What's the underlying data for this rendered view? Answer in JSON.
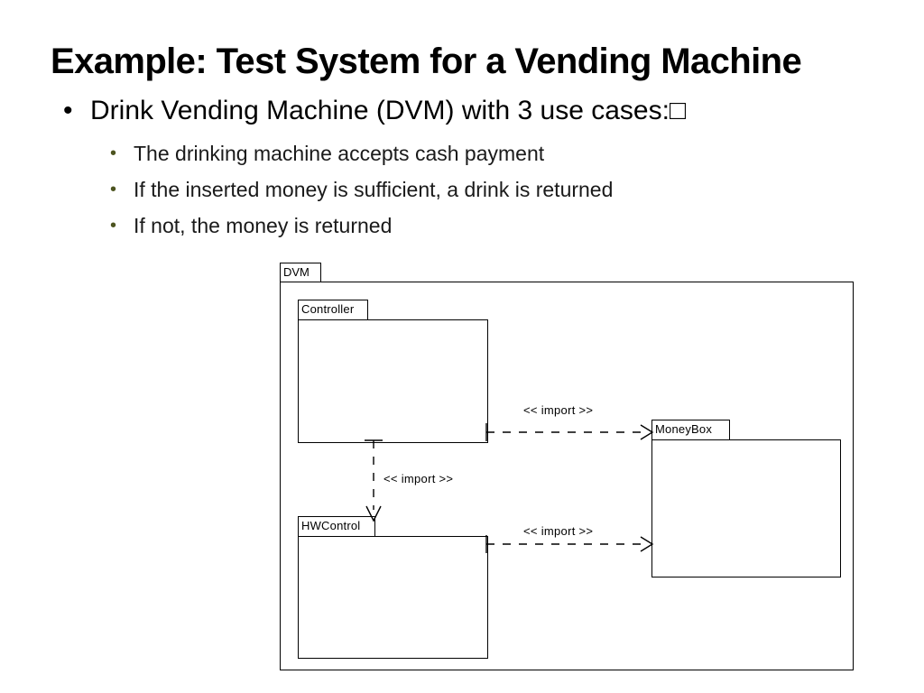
{
  "slide": {
    "title": "Example: Test System for a Vending Machine",
    "bullets": [
      {
        "level": 1,
        "marker": "•",
        "text": "Drink Vending Machine (DVM) with 3 use cases:□"
      },
      {
        "level": 2,
        "marker": "•",
        "text": "The drinking machine accepts cash payment"
      },
      {
        "level": 2,
        "marker": "•",
        "text": "If the inserted money is sufficient, a drink is returned"
      },
      {
        "level": 2,
        "marker": "•",
        "text": "If not, the money is returned"
      }
    ]
  },
  "diagram": {
    "type": "uml-package-diagram",
    "outer_package": {
      "name": "DVM"
    },
    "packages": [
      {
        "id": "controller",
        "name": "Controller"
      },
      {
        "id": "hwcontrol",
        "name": "HWControl"
      },
      {
        "id": "moneybox",
        "name": "MoneyBox"
      }
    ],
    "relations": [
      {
        "id": "controller-moneybox",
        "from": "Controller",
        "to": "MoneyBox",
        "stereotype": "<< import >>",
        "style": "dashed-open-arrow",
        "direction": "right"
      },
      {
        "id": "controller-hwcontrol",
        "from": "Controller",
        "to": "HWControl",
        "stereotype": "<< import >>",
        "style": "dashed-open-arrow",
        "direction": "down"
      },
      {
        "id": "hwcontrol-moneybox",
        "from": "HWControl",
        "to": "MoneyBox",
        "stereotype": "<< import >>",
        "style": "dashed-open-arrow",
        "direction": "right"
      }
    ],
    "colors": {
      "line": "#000000",
      "fill": "#ffffff"
    }
  }
}
